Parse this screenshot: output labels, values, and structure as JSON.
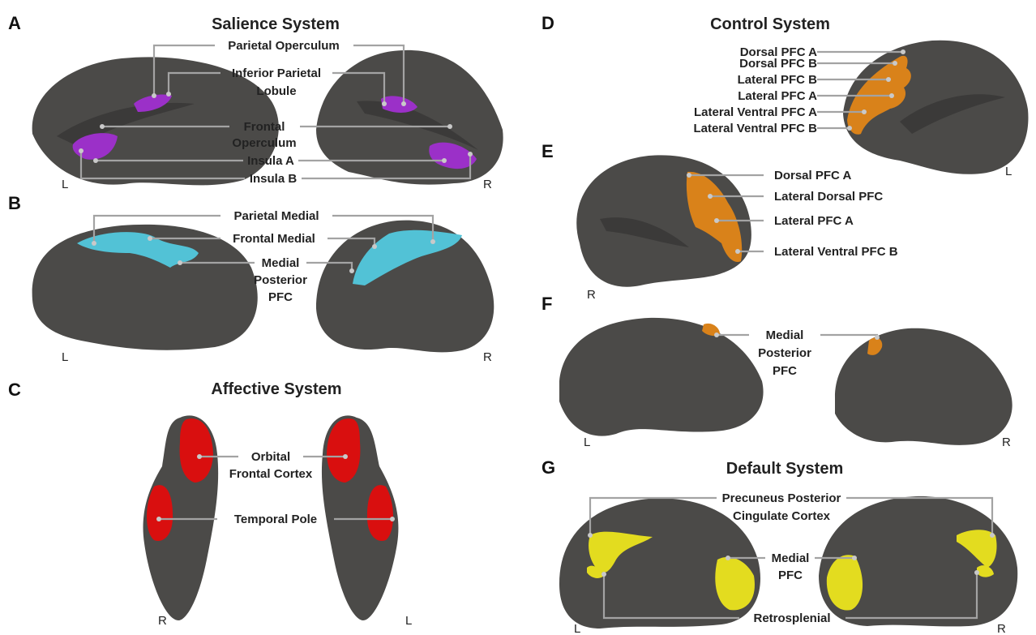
{
  "panels": {
    "A": {
      "letter": "A",
      "title": "Salience System",
      "labels": [
        "Parietal Operculum",
        "Inferior Parietal",
        "Lobule",
        "Frontal",
        "Operculum",
        "Insula A",
        "Insula B"
      ],
      "sides": [
        "L",
        "R"
      ]
    },
    "B": {
      "letter": "B",
      "labels": [
        "Parietal Medial",
        "Frontal Medial",
        "Medial",
        "Posterior",
        "PFC"
      ],
      "sides": [
        "L",
        "R"
      ]
    },
    "C": {
      "letter": "C",
      "title": "Affective System",
      "labels": [
        "Orbital",
        "Frontal Cortex",
        "Temporal Pole"
      ],
      "sides": [
        "R",
        "L"
      ]
    },
    "D": {
      "letter": "D",
      "title": "Control System",
      "labels": [
        "Dorsal PFC A",
        "Dorsal PFC B",
        "Lateral PFC B",
        "Lateral PFC A",
        "Lateral Ventral PFC A",
        "Lateral Ventral PFC B"
      ],
      "sides": [
        "L"
      ]
    },
    "E": {
      "letter": "E",
      "labels": [
        "Dorsal PFC A",
        "Lateral Dorsal PFC",
        "Lateral PFC A",
        "Lateral Ventral PFC B"
      ],
      "sides": [
        "R"
      ]
    },
    "F": {
      "letter": "F",
      "labels": [
        "Medial",
        "Posterior",
        "PFC"
      ],
      "sides": [
        "L",
        "R"
      ]
    },
    "G": {
      "letter": "G",
      "title": "Default System",
      "labels": [
        "Precuneus Posterior",
        "Cingulate Cortex",
        "Medial",
        "PFC",
        "Retrosplenial"
      ],
      "sides": [
        "L",
        "R"
      ]
    }
  },
  "colors": {
    "brain": "#4b4a48",
    "salience": "#9b30c8",
    "limbic": "#52c2d6",
    "affective": "#d90f0f",
    "control": "#d9821a",
    "default": "#e3dc1f",
    "leader": "#a3a3a3"
  }
}
